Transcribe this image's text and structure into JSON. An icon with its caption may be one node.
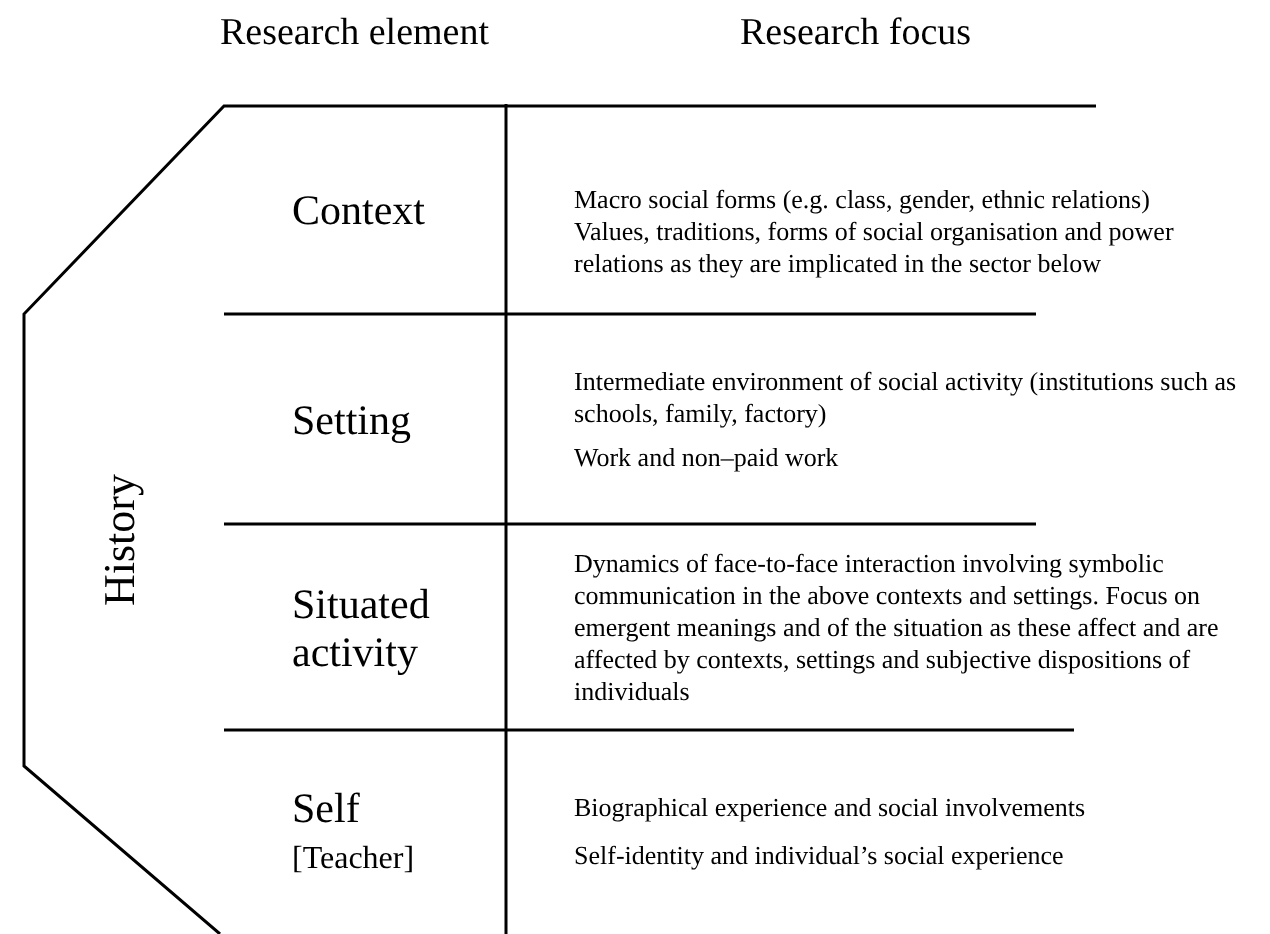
{
  "diagram": {
    "nodes": [
      {
        "text": [
          "History"
        ]
      },
      {
        "text": [
          "Context"
        ],
        "in": 0
      },
      {
        "text": [
          "Macro social forms (e.g. class, gender, ethnic relations)",
          "Values, traditions, forms of social organisation and power relations as they are implicated in the sector below"
        ],
        "in": 0
      },
      {
        "text": [
          "Setting"
        ],
        "in": 0
      },
      {
        "text": [
          "Intermediate environment of social activity (institutions such as schools, family, factory)",
          "Work and non–paid work"
        ],
        "in": 0
      },
      {
        "text": [
          "Situated activity"
        ],
        "in": 0
      },
      {
        "text": [
          "Dynamics of face-to-face interaction involving symbolic communication in the above contexts and settings. Focus on emergent meanings and of the situation as these affect and are affected by contexts, settings and subjective dispositions of individuals"
        ],
        "in": 0
      },
      {
        "text": [
          "Self",
          "[Teacher]"
        ],
        "in": 0
      },
      {
        "text": [
          "Biographical experience and social involvements",
          "Self-identity and individual’s social experience"
        ],
        "in": 0
      }
    ],
    "edges": [],
    "labels": [
      "Research element",
      "Research focus"
    ]
  }
}
